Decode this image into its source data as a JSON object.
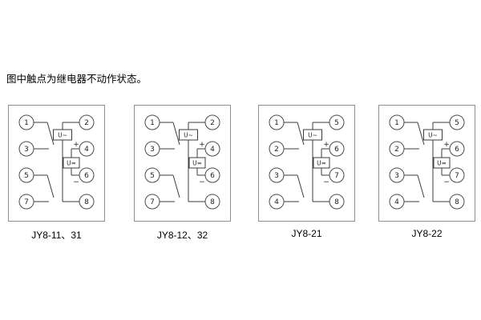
{
  "note": "图中触点为继电器不动作状态。",
  "diagrams": [
    {
      "label": "JY8-11、31",
      "terminals": {
        "l1": "1",
        "l2": "3",
        "l3": "5",
        "l4": "7",
        "r1": "2",
        "r2": "4",
        "r3": "6",
        "r4": "8"
      },
      "ac": "U~",
      "dc": "U=",
      "plus": "+",
      "minus": "−"
    },
    {
      "label": "JY8-12、32",
      "terminals": {
        "l1": "1",
        "l2": "3",
        "l3": "5",
        "l4": "7",
        "r1": "2",
        "r2": "4",
        "r3": "6",
        "r4": "8"
      },
      "ac": "U~",
      "dc": "U=",
      "plus": "+",
      "minus": "−"
    },
    {
      "label": "JY8-21",
      "terminals": {
        "l1": "1",
        "l2": "2",
        "l3": "3",
        "l4": "4",
        "r1": "5",
        "r2": "6",
        "r3": "7",
        "r4": "8"
      },
      "ac": "U~",
      "dc": "U=",
      "plus": "+",
      "minus": "−"
    },
    {
      "label": "JY8-22",
      "terminals": {
        "l1": "1",
        "l2": "2",
        "l3": "3",
        "l4": "4",
        "r1": "5",
        "r2": "6",
        "r3": "7",
        "r4": "8"
      },
      "ac": "U~",
      "dc": "U=",
      "plus": "+",
      "minus": "−"
    }
  ]
}
